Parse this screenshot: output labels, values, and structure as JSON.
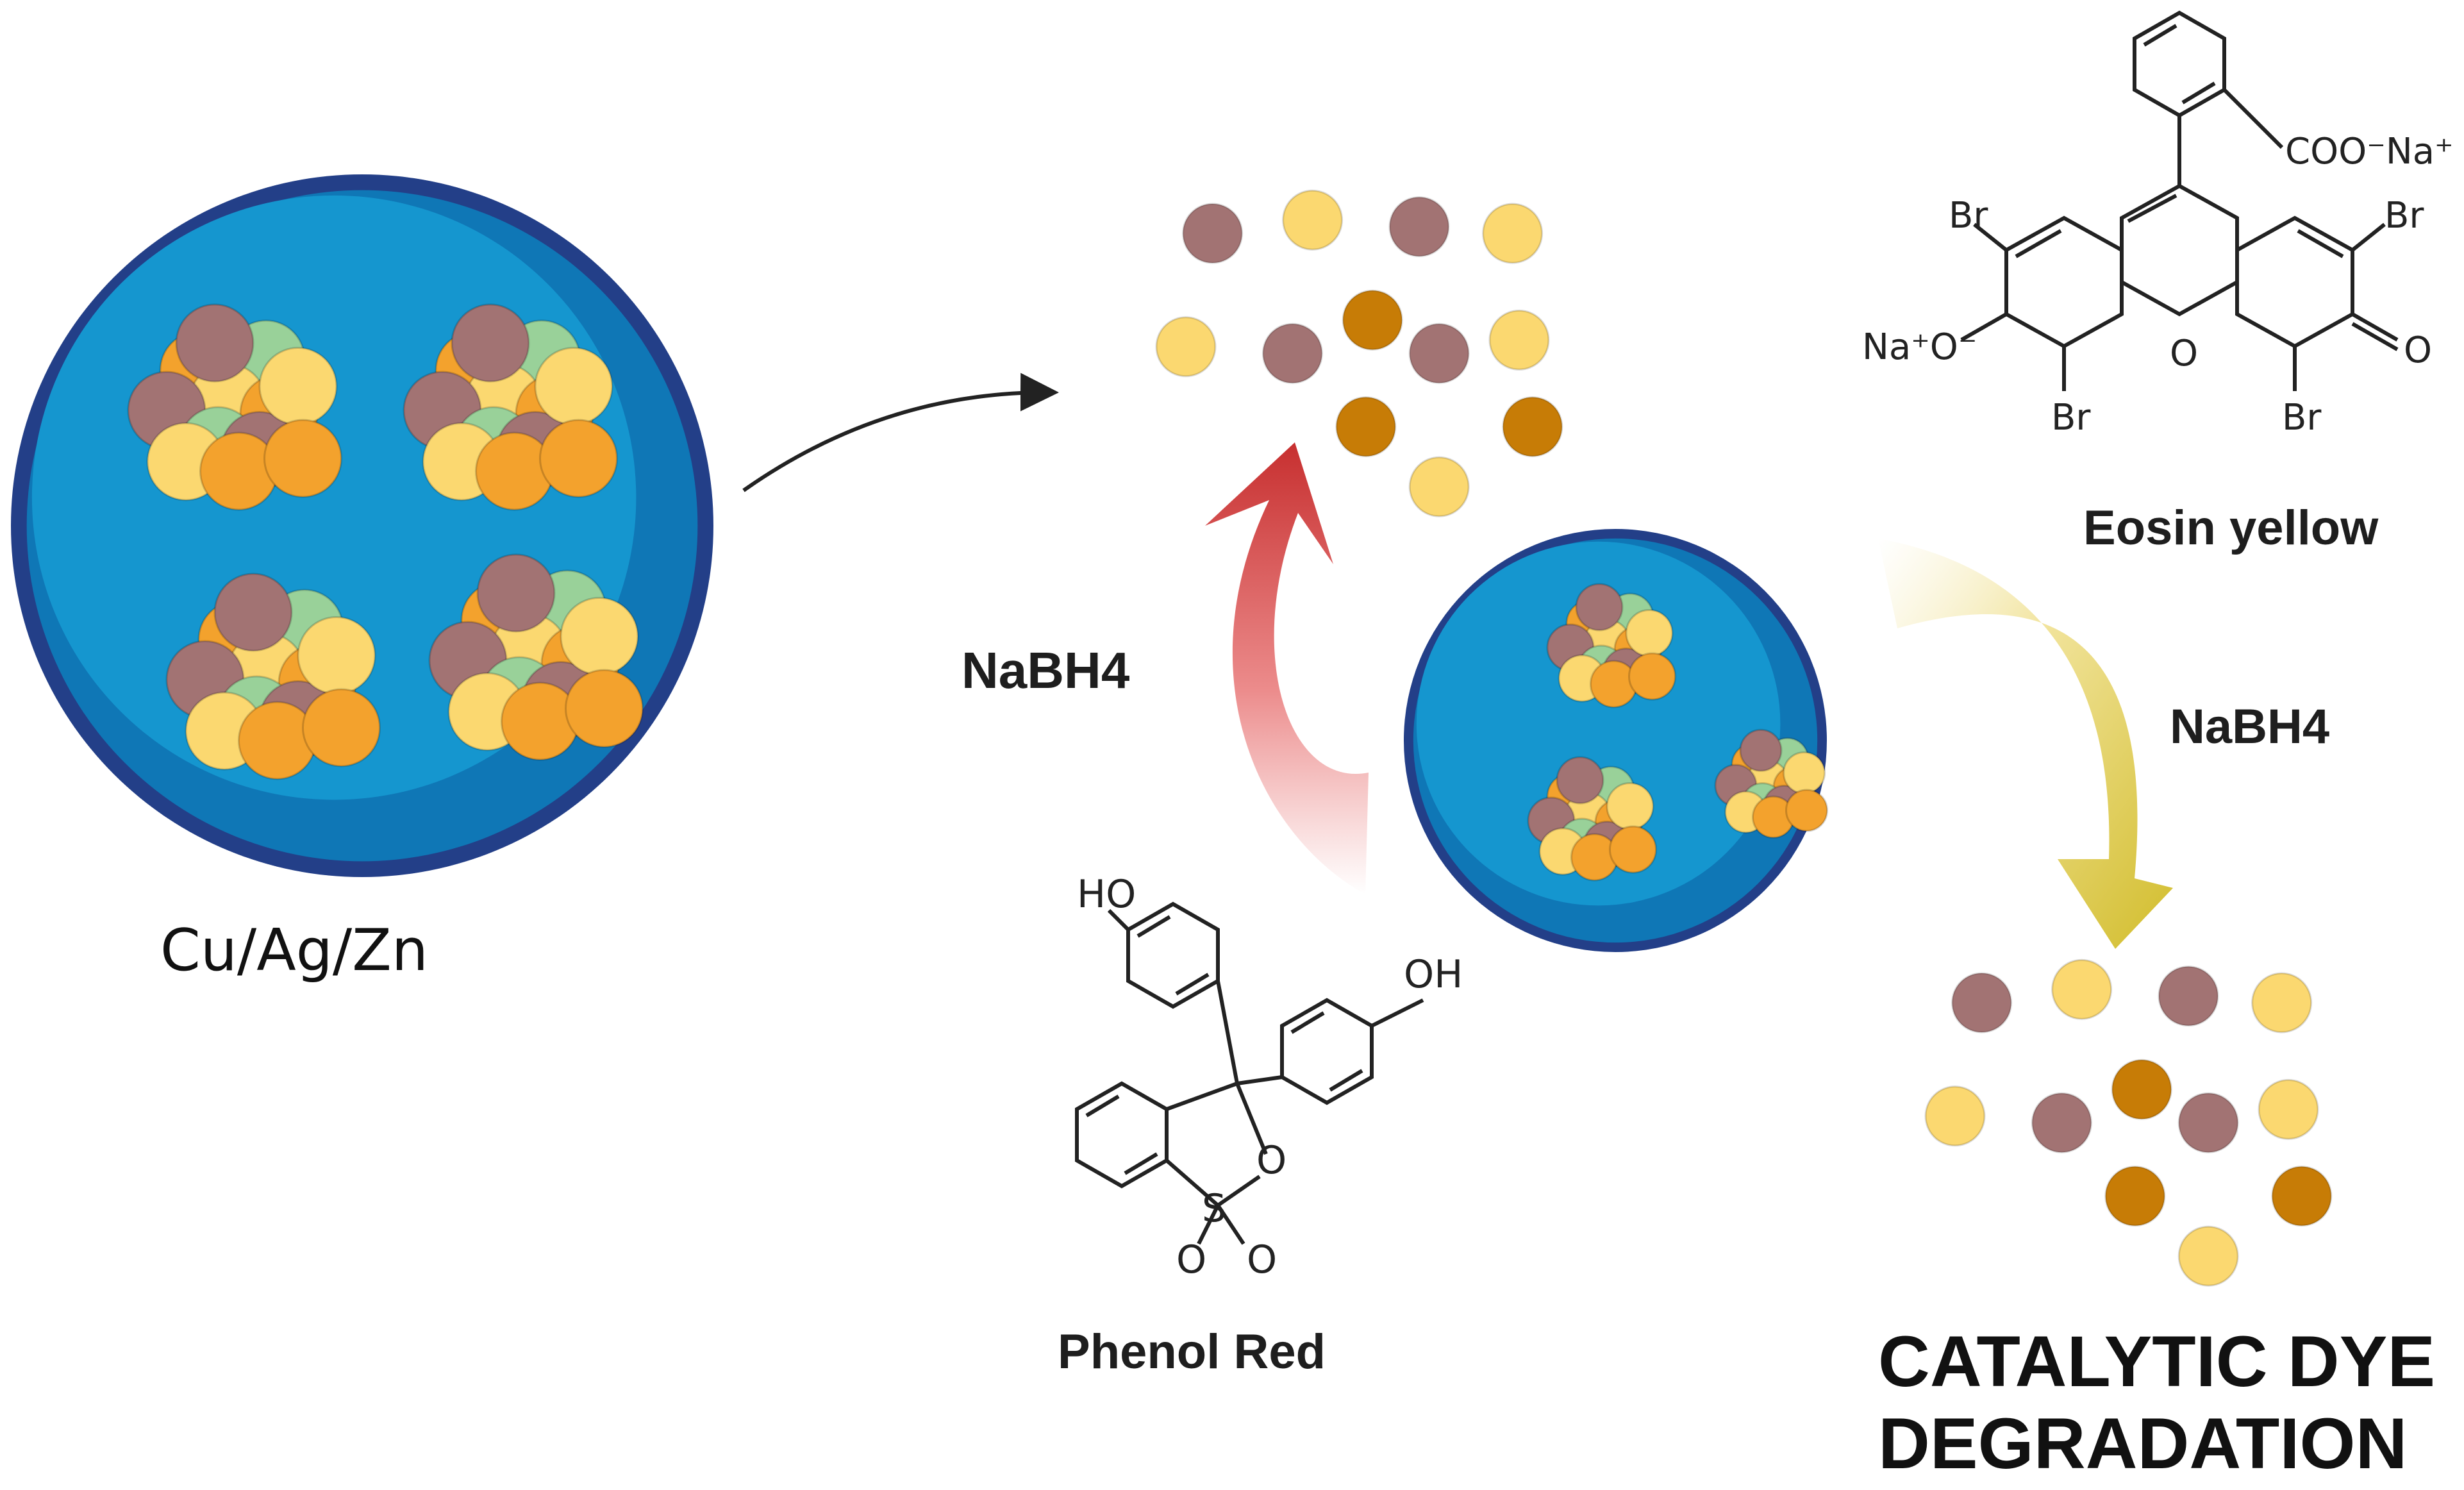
{
  "labels": {
    "catalyst": "Cu/Ag/Zn",
    "reducing_agent_left": "NaBH4",
    "reducing_agent_right": "NaBH4",
    "dye_1": "Phenol Red",
    "dye_2": "Eosin yellow",
    "title_line1": "CATALYTIC DYE",
    "title_line2": "DEGRADATION"
  },
  "chem": {
    "phenol_red_atoms": [
      "HO",
      "OH",
      "O",
      "S",
      "O",
      "O"
    ],
    "eosin_atoms": [
      "COO⁻Na⁺",
      "Br",
      "Br",
      "Na⁺O⁻",
      "O",
      "O",
      "Br",
      "Br"
    ]
  },
  "colors": {
    "sphere_rim": "#233f88",
    "sphere_fill": "#0f77b6",
    "sphere_light": "#1596cf",
    "cu": "#f3a22d",
    "ag": "#99d199",
    "zn": "#fbd870",
    "brown": "#a27373",
    "dark_orange": "#c77c06",
    "red_arrow": "#d13a3a",
    "yellow_arrow": "#d8c33a"
  }
}
